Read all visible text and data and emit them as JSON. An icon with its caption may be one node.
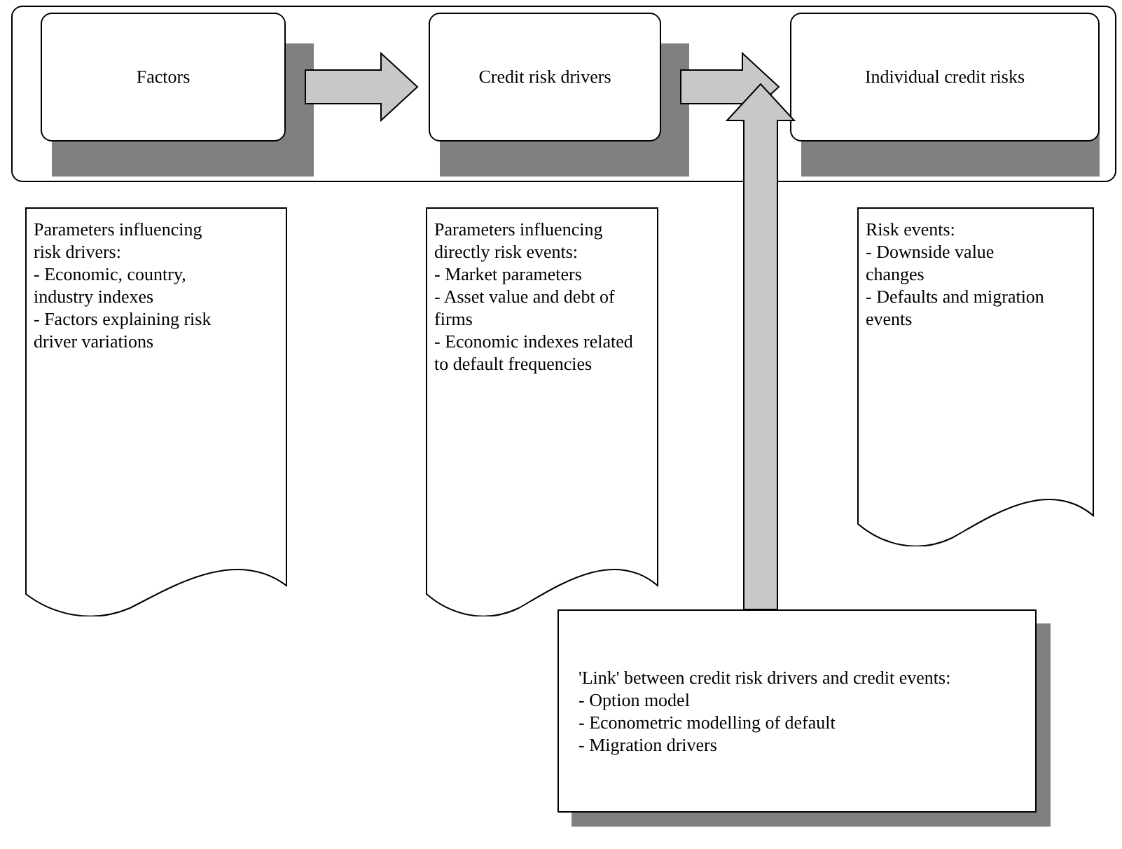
{
  "diagram": {
    "nodes": [
      {
        "text": [],
        "shape": "box"
      },
      {
        "text": [
          "Factors"
        ],
        "in": 0
      },
      {
        "text": [
          "Credit risk drivers"
        ],
        "in": 0
      },
      {
        "text": [
          "Individual credit risks"
        ],
        "in": 0
      },
      {
        "text": [
          "Parameters influencing risk drivers:",
          "- Economic, country, industry indexes",
          "- Factors explaining risk driver variations"
        ]
      },
      {
        "text": [
          "Parameters influencing directly risk events:",
          "- Market parameters",
          "- Asset value and debt of firms",
          "- Economic indexes related to default frequencies"
        ]
      },
      {
        "text": [
          "Risk events:",
          "- Downside value changes",
          "- Defaults and migration events"
        ]
      },
      {
        "text": [
          "'Link' between credit risk drivers and credit events:",
          "- Option model",
          "- Econometric modelling of default",
          "- Migration drivers"
        ]
      }
    ],
    "edges": [
      {
        "from": 1,
        "to": 2,
        "arrow": "to",
        "style": "thick"
      },
      {
        "from": 2,
        "to": 3,
        "arrow": "to",
        "style": "thick"
      },
      {
        "from": 7,
        "to": null,
        "arrow": "to",
        "style": "thick"
      }
    ]
  }
}
